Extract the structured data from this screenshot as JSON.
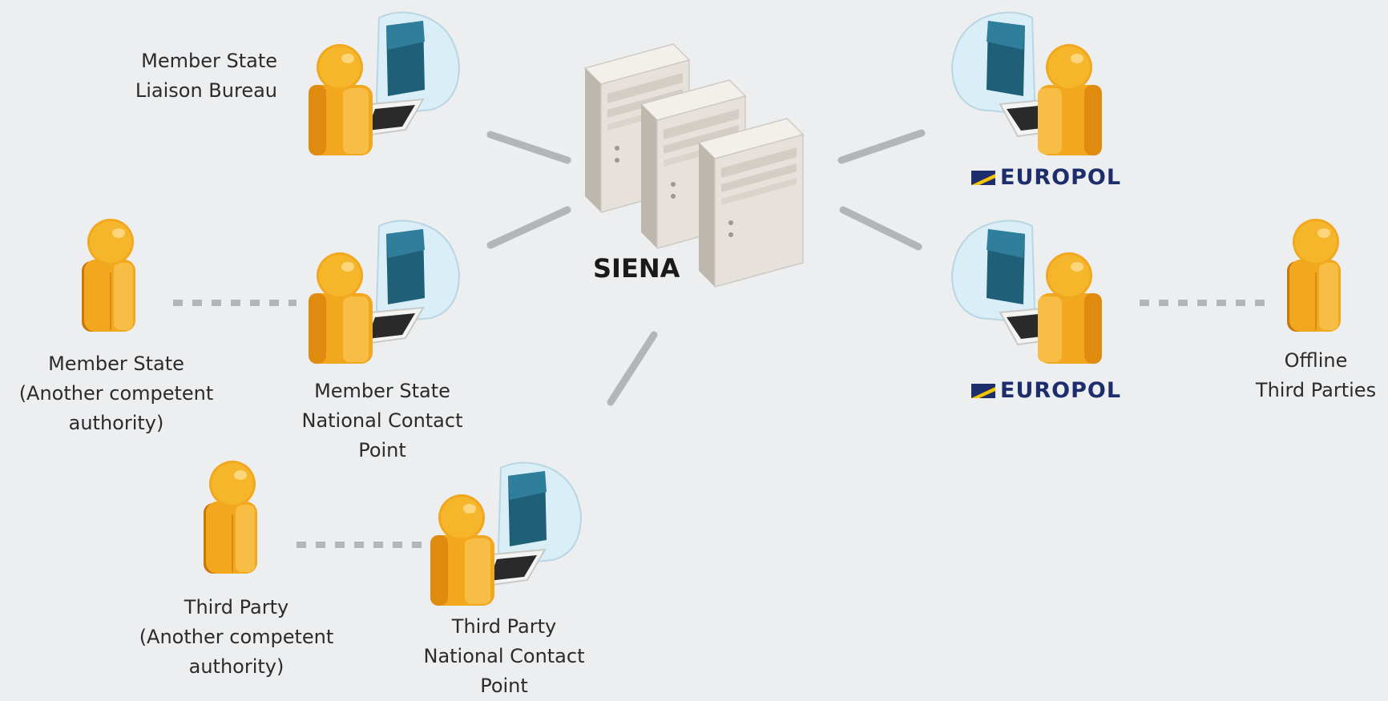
{
  "diagram": {
    "hub_label": "SIENA",
    "nodes": {
      "ms_liaison_bureau": {
        "lines": [
          "Member State",
          "Liaison Bureau"
        ]
      },
      "ms_national_contact_point": {
        "lines": [
          "Member State",
          "National Contact",
          "Point"
        ]
      },
      "ms_competent_authority": {
        "lines": [
          "Member State",
          "(Another competent",
          "authority)"
        ]
      },
      "tp_national_contact_point": {
        "lines": [
          "Third Party",
          "National Contact",
          "Point"
        ]
      },
      "tp_competent_authority": {
        "lines": [
          "Third Party",
          "(Another competent",
          "authority)"
        ]
      },
      "offline_third_parties": {
        "lines": [
          "Offline",
          "Third Parties"
        ]
      }
    },
    "europol_logo_text": "EUROPOL",
    "icons": [
      "server-cluster-icon",
      "workstation-user-icon",
      "person-icon"
    ],
    "colors": {
      "background": "#eceef0",
      "person": "#f2a81e",
      "person_dark": "#e08a10",
      "screen": "#1f5f78",
      "server": "#e8e4de",
      "connector": "#b3b6b8",
      "europol_blue": "#1e2d6b",
      "europol_yellow": "#f5c400"
    }
  }
}
